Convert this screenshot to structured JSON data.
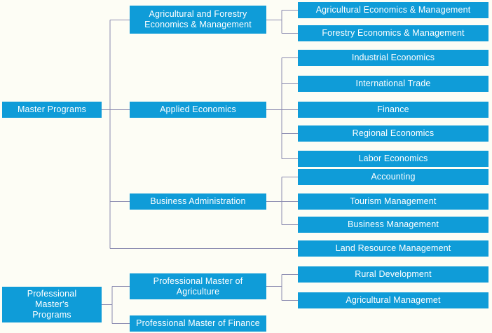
{
  "chart_data": {
    "type": "diagram",
    "title": "Graduate Program Structure",
    "diagram_kind": "organizational-tree",
    "orientation": "left-to-right",
    "levels": 3,
    "box_color": "#0f9cd8",
    "box_text_color": "#ffffff",
    "connector_color": "#8b8bb0",
    "background_color": "#fdfdf5",
    "roots": [
      "Master Programs",
      "Professional Master's Programs"
    ]
  },
  "colors": {
    "box": "#0f9cd8",
    "text": "#ffffff",
    "connector": "#8b8bb0",
    "background": "#fdfdf5"
  },
  "nodes": {
    "master_programs": "Master Programs",
    "professional_master_programs": "Professional\nMaster's\nPrograms",
    "agri_forestry_econ_mgmt": "Agricultural and Forestry\nEconomics & Management",
    "applied_economics": "Applied Economics",
    "business_administration": "Business Administration",
    "professional_master_agriculture": "Professional Master of\nAgriculture",
    "professional_master_finance": "Professional Master of Finance",
    "agricultural_economics_management": "Agricultural Economics & Management",
    "forestry_economics_management": "Forestry Economics & Management",
    "industrial_economics": "Industrial Economics",
    "international_trade": "International Trade",
    "finance": "Finance",
    "regional_economics": "Regional Economics",
    "labor_economics": "Labor Economics",
    "accounting": "Accounting",
    "tourism_management": "Tourism Management",
    "business_management": "Business Management",
    "land_resource_management": "Land Resource Management",
    "rural_development": "Rural Development",
    "agricultural_managemet": "Agricultural Managemet"
  }
}
